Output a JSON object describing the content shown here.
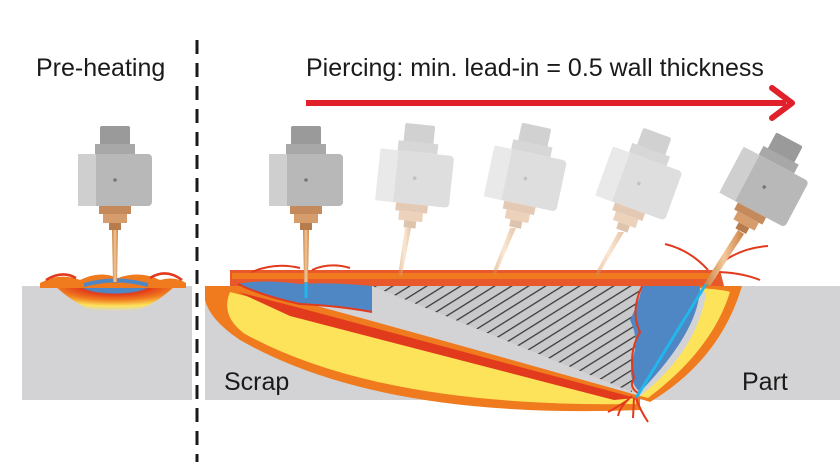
{
  "labels": {
    "preheating": "Pre-heating",
    "piercing": "Piercing: min. lead-in = 0.5 wall thickness",
    "scrap": "Scrap",
    "part": "Part"
  },
  "colors": {
    "arrow": "#e0202a",
    "plate": "#d3d3d5",
    "molten_blue": "#4f86c4",
    "cut_line": "#22b6ea",
    "heat_red": "#e23a1c",
    "heat_orange": "#f07a1e",
    "heat_yellow": "#fde35a",
    "nozzle_gray": "#b3b3b3",
    "nozzle_copper": "#c48a5c"
  },
  "icons": [
    "laser-head-icon",
    "direction-arrow-icon"
  ]
}
